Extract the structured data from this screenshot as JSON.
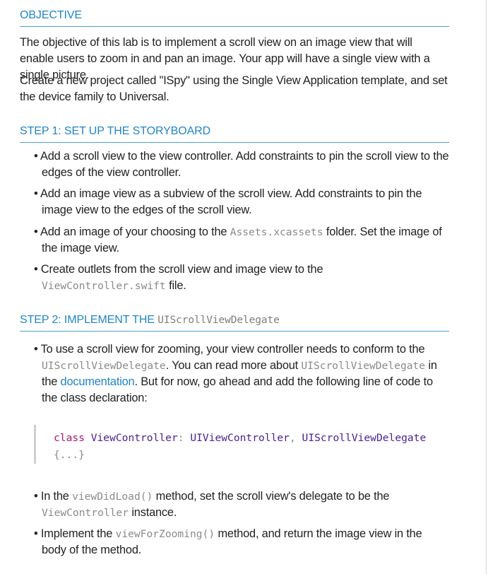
{
  "objective": {
    "heading": "OBJECTIVE",
    "para1": "The objective of this lab is to implement a scroll view on an image view that will enable users to zoom in and pan an image. Your app will have a single view with a single picture.",
    "para2": "Create a new project called \"ISpy\" using the Single View Application template, and set the device family to Universal."
  },
  "step1": {
    "heading": "STEP 1: SET UP THE STORYBOARD",
    "bullet1": "Add a scroll view to the view controller. Add constraints to pin the scroll view to the edges of the view controller.",
    "bullet2": "Add an image view as a subview of the scroll view. Add constraints to pin the image view to the edges of the scroll view.",
    "bullet3": {
      "before": "Add an image of your choosing to the ",
      "code": "Assets.xcassets",
      "after": " folder. Set the image of the image view."
    },
    "bullet4": {
      "before": "Create outlets from the scroll view and image view to the ",
      "code": "ViewController.swift",
      "after": " file."
    }
  },
  "step2": {
    "heading_prefix": "STEP 2: IMPLEMENT THE ",
    "heading_code": "UIScrollViewDelegate",
    "bullet1": {
      "part1": "To use a scroll view for zooming, your view controller needs to conform to the ",
      "code1": "UIScrollViewDelegate",
      "part2": ". You can read more about ",
      "code2": "UIScrollViewDelegate",
      "part3": " in the ",
      "link": "documentation",
      "part4": ". But for now, go ahead and add the following line of code to the class declaration:"
    },
    "code": {
      "keyword": "class",
      "class_name": "ViewController",
      "colon": ":",
      "superclass": "UIViewController",
      "comma": ",",
      "protocol": "UIScrollViewDelegate",
      "body": "{...}"
    },
    "bullet2": {
      "before": "In the ",
      "code1": "viewDidLoad()",
      "middle": " method, set the scroll view's delegate to be the ",
      "code2": "ViewController",
      "after": " instance."
    },
    "bullet3": {
      "before": "Implement the ",
      "code": "viewForZooming()",
      "after": " method, and return the image view in the body of the method."
    }
  }
}
